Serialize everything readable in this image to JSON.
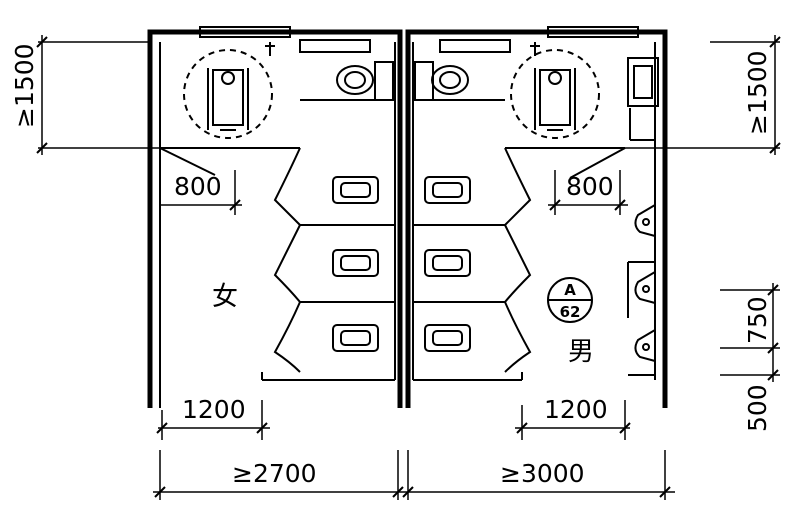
{
  "rooms": {
    "female": "女",
    "male": "男"
  },
  "dimensions": {
    "top_left_depth": "≥1500",
    "top_right_depth": "≥1500",
    "turn_left": "800",
    "turn_right": "800",
    "urinal_spacing": "750",
    "urinal_end": "500",
    "left_clear": "1200",
    "right_clear": "1200",
    "left_width": "≥2700",
    "right_width": "≥3000"
  },
  "reference_symbol": {
    "top": "A",
    "bottom": "62"
  }
}
